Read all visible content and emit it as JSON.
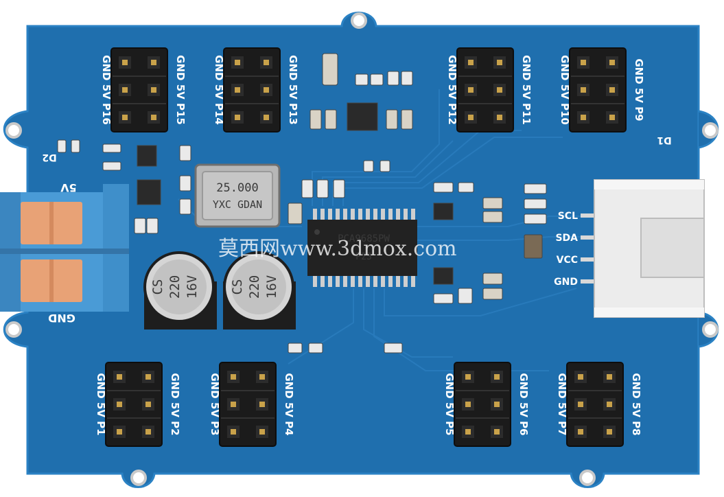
{
  "colors": {
    "pcb": "#1f6fae",
    "pcb_dark": "#175a92",
    "pcb_edge": "#2b82c4",
    "header": "#1b1b1b",
    "pin": "#c9a24a",
    "terminal_blue": "#4a9bd6",
    "terminal_orange": "#e8a276",
    "grove": "#ececec",
    "capacitor_top": "#d5d5d5",
    "capacitor_body": "#1e1e1e"
  },
  "board": {
    "headers_top": [
      {
        "left_label": "GND 5V P16",
        "right_label": "GND 5V P15"
      },
      {
        "left_label": "GND 5V P14",
        "right_label": "GND 5V P13"
      },
      {
        "left_label": "GND 5V P12",
        "right_label": "GND 5V P11"
      },
      {
        "left_label": "GND 5V P10",
        "right_label": "GND 5V P9"
      }
    ],
    "headers_bottom": [
      {
        "left_label": "GND 5V P1",
        "right_label": "GND 5V P2"
      },
      {
        "left_label": "GND 5V P3",
        "right_label": "GND 5V P4"
      },
      {
        "left_label": "GND 5V P5",
        "right_label": "GND 5V P6"
      },
      {
        "left_label": "GND 5V P7",
        "right_label": "GND 5V P8"
      }
    ],
    "power_label_5v": "5V",
    "power_label_gnd": "GND",
    "label_d1": "D1",
    "label_d2": "D2",
    "crystal_line1": "25.000",
    "crystal_line2": "YXC GDAN",
    "chip_line1": "PCA9685PW",
    "chip_line2": "P2S",
    "cap_left": [
      "CS",
      "220",
      "16V"
    ],
    "cap_right": [
      "CS",
      "220",
      "16V"
    ],
    "grove_pins": [
      "SCL",
      "SDA",
      "VCC",
      "GND"
    ],
    "watermark": "莫西网www.3dmox.com"
  }
}
